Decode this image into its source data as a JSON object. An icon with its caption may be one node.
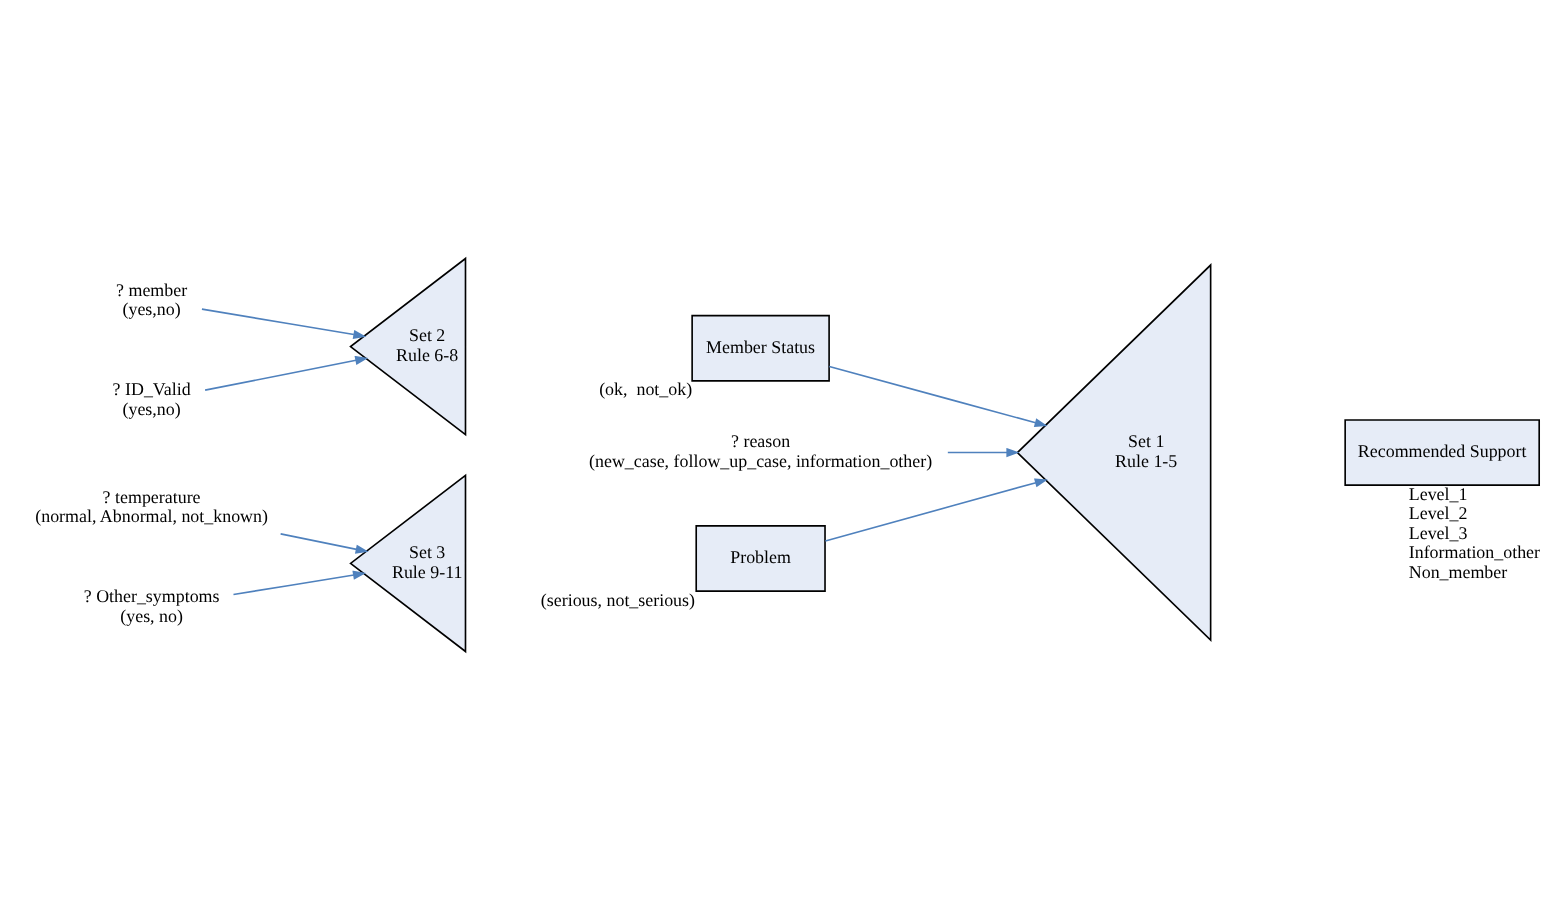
{
  "diagram": {
    "nodes": [
      {
        "text": [
          "? member",
          "(yes,no)"
        ]
      },
      {
        "text": [
          "? ID_Valid",
          "(yes,no)"
        ]
      },
      {
        "text": [
          "Set 2",
          "Rule 6-8"
        ]
      },
      {
        "text": [
          "Member Status"
        ],
        "beside": [
          "(ok,  not_ok)"
        ]
      },
      {
        "text": [
          "? reason",
          "(new_case, follow_up_case, information_other)"
        ]
      },
      {
        "text": [
          "? temperature",
          "(normal, Abnormal, not_known)"
        ]
      },
      {
        "text": [
          "? Other_symptoms",
          "(yes, no)"
        ]
      },
      {
        "text": [
          "Set 3",
          "Rule 9-11"
        ]
      },
      {
        "text": [
          "Problem"
        ],
        "beside": [
          "(serious, not_serious)"
        ]
      },
      {
        "text": [
          "Set 1",
          "Rule 1-5"
        ]
      },
      {
        "text": [
          "Recommended Support"
        ],
        "beside": [
          "Level_1",
          "Level_2",
          "Level_3",
          "Information_other",
          "Non_member"
        ]
      }
    ],
    "edges": [
      {
        "from": 0,
        "to": 2,
        "arrow": "to"
      },
      {
        "from": 1,
        "to": 2,
        "arrow": "to"
      },
      {
        "from": 3,
        "to": 9,
        "arrow": "to"
      },
      {
        "from": 4,
        "to": 9,
        "arrow": "to"
      },
      {
        "from": 5,
        "to": 7,
        "arrow": "to"
      },
      {
        "from": 6,
        "to": 7,
        "arrow": "to"
      },
      {
        "from": 8,
        "to": 9,
        "arrow": "to"
      }
    ]
  }
}
